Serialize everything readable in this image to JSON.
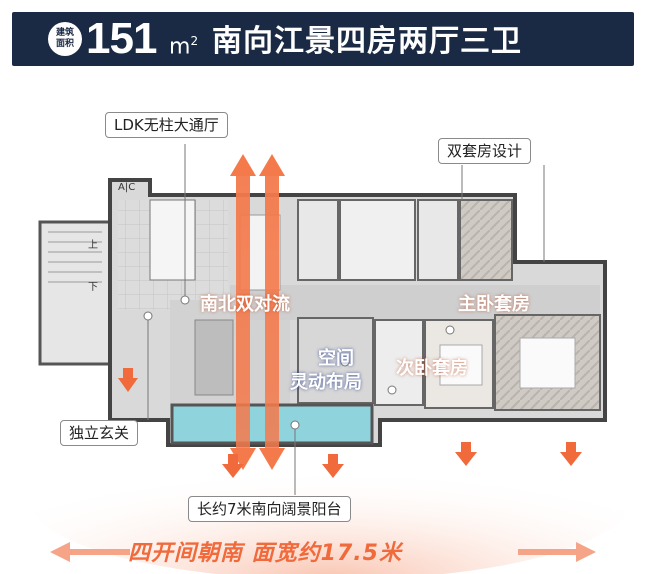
{
  "header": {
    "badge_label": "建筑面积",
    "area_number": "151",
    "area_unit": "m",
    "area_unit_sup": "2",
    "title": "南向江景四房两厅三卫"
  },
  "callouts": {
    "ldk": "LDK无柱大通厅",
    "double_suite": "双套房设计",
    "entrance": "独立玄关",
    "balcony": "长约7米南向阔景阳台"
  },
  "highlights": {
    "airflow": "南北双对流",
    "master_suite": "主卧套房",
    "flexible_line1": "空间",
    "flexible_line2": "灵动布局",
    "second_suite": "次卧套房"
  },
  "stair_labels": {
    "up": "上",
    "down": "下",
    "ac": "A|C"
  },
  "footer": {
    "text": "四开间朝南  面宽约17.5米"
  },
  "colors": {
    "banner": "#1b2a44",
    "accent_orange": "#f06a3c",
    "water_blue": "#8fd3dc"
  }
}
